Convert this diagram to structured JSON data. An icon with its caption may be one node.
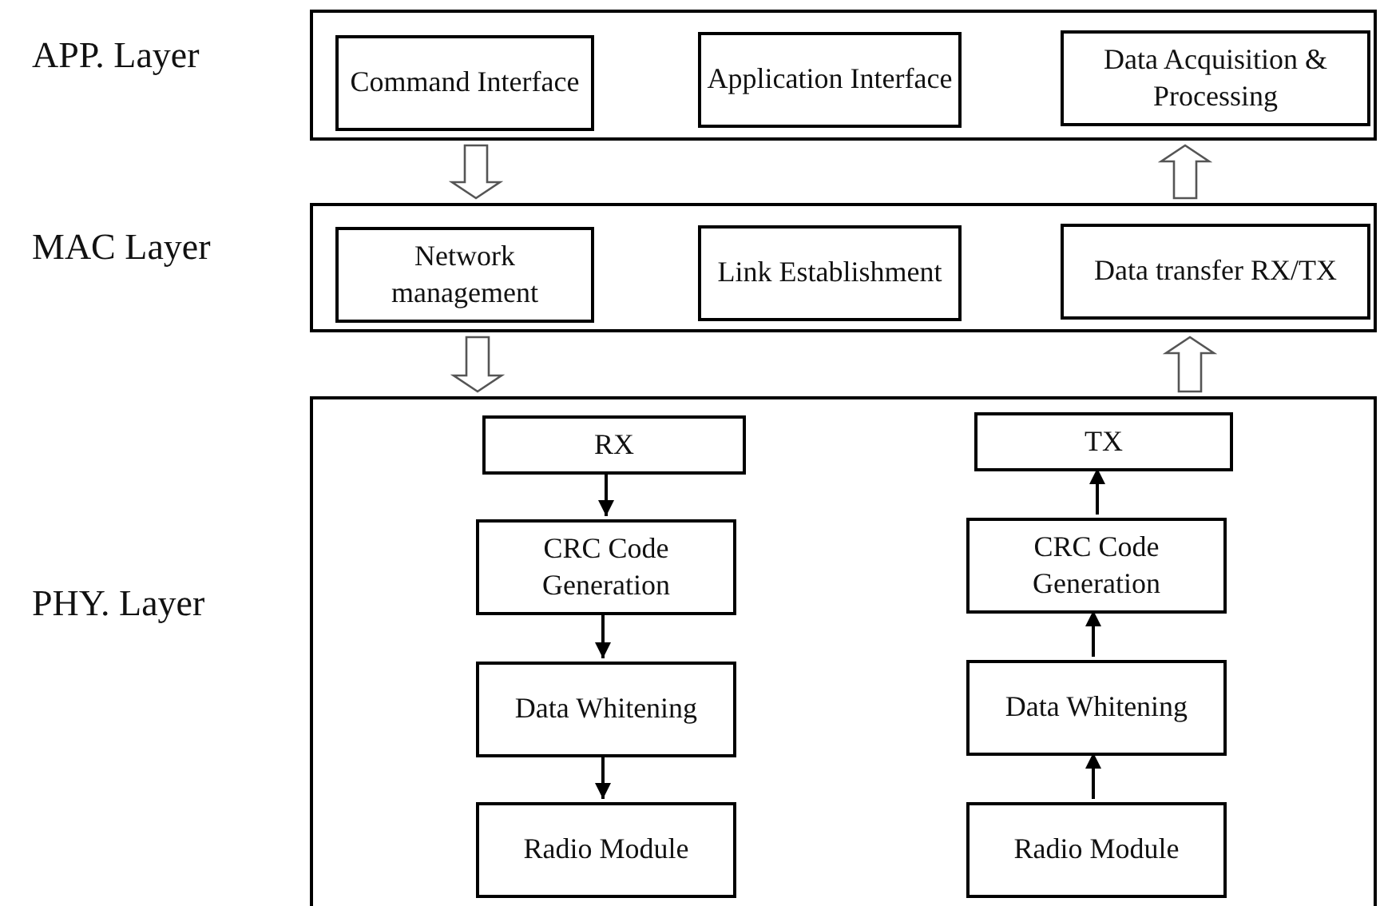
{
  "diagram": {
    "nodes": [
      {
        "text": [
          "APP. Layer"
        ]
      },
      {
        "text": [
          "Command Interface"
        ],
        "in": 0
      },
      {
        "text": [
          "Application Interface"
        ],
        "in": 0
      },
      {
        "text": [
          "Data Acquisition & Processing"
        ],
        "in": 0
      },
      {
        "text": [
          "MAC Layer"
        ]
      },
      {
        "text": [
          "Network management"
        ],
        "in": 4
      },
      {
        "text": [
          "Link Establishment"
        ],
        "in": 4
      },
      {
        "text": [
          "Data transfer RX/TX"
        ],
        "in": 4
      },
      {
        "text": [
          "PHY. Layer"
        ]
      },
      {
        "text": [
          "RX"
        ],
        "in": 8
      },
      {
        "text": [
          "CRC Code Generation"
        ],
        "in": 8
      },
      {
        "text": [
          "Data Whitening"
        ],
        "in": 8
      },
      {
        "text": [
          "Radio Module"
        ],
        "in": 8
      },
      {
        "text": [
          "TX"
        ],
        "in": 8
      },
      {
        "text": [
          "CRC Code Generation"
        ],
        "in": 8
      },
      {
        "text": [
          "Data Whitening"
        ],
        "in": 8
      },
      {
        "text": [
          "Radio Module"
        ],
        "in": 8
      }
    ],
    "edges": [
      {
        "from": 0,
        "to": 4,
        "arrow": "to",
        "style": "thick"
      },
      {
        "from": 4,
        "to": 0,
        "arrow": "to",
        "style": "thick"
      },
      {
        "from": 4,
        "to": 8,
        "arrow": "to",
        "style": "thick"
      },
      {
        "from": 8,
        "to": 4,
        "arrow": "to",
        "style": "thick"
      },
      {
        "from": 9,
        "to": 10,
        "arrow": "to"
      },
      {
        "from": 10,
        "to": 11,
        "arrow": "to"
      },
      {
        "from": 11,
        "to": 12,
        "arrow": "to"
      },
      {
        "from": 16,
        "to": 15,
        "arrow": "to"
      },
      {
        "from": 15,
        "to": 14,
        "arrow": "to"
      },
      {
        "from": 14,
        "to": 13,
        "arrow": "to"
      }
    ]
  }
}
